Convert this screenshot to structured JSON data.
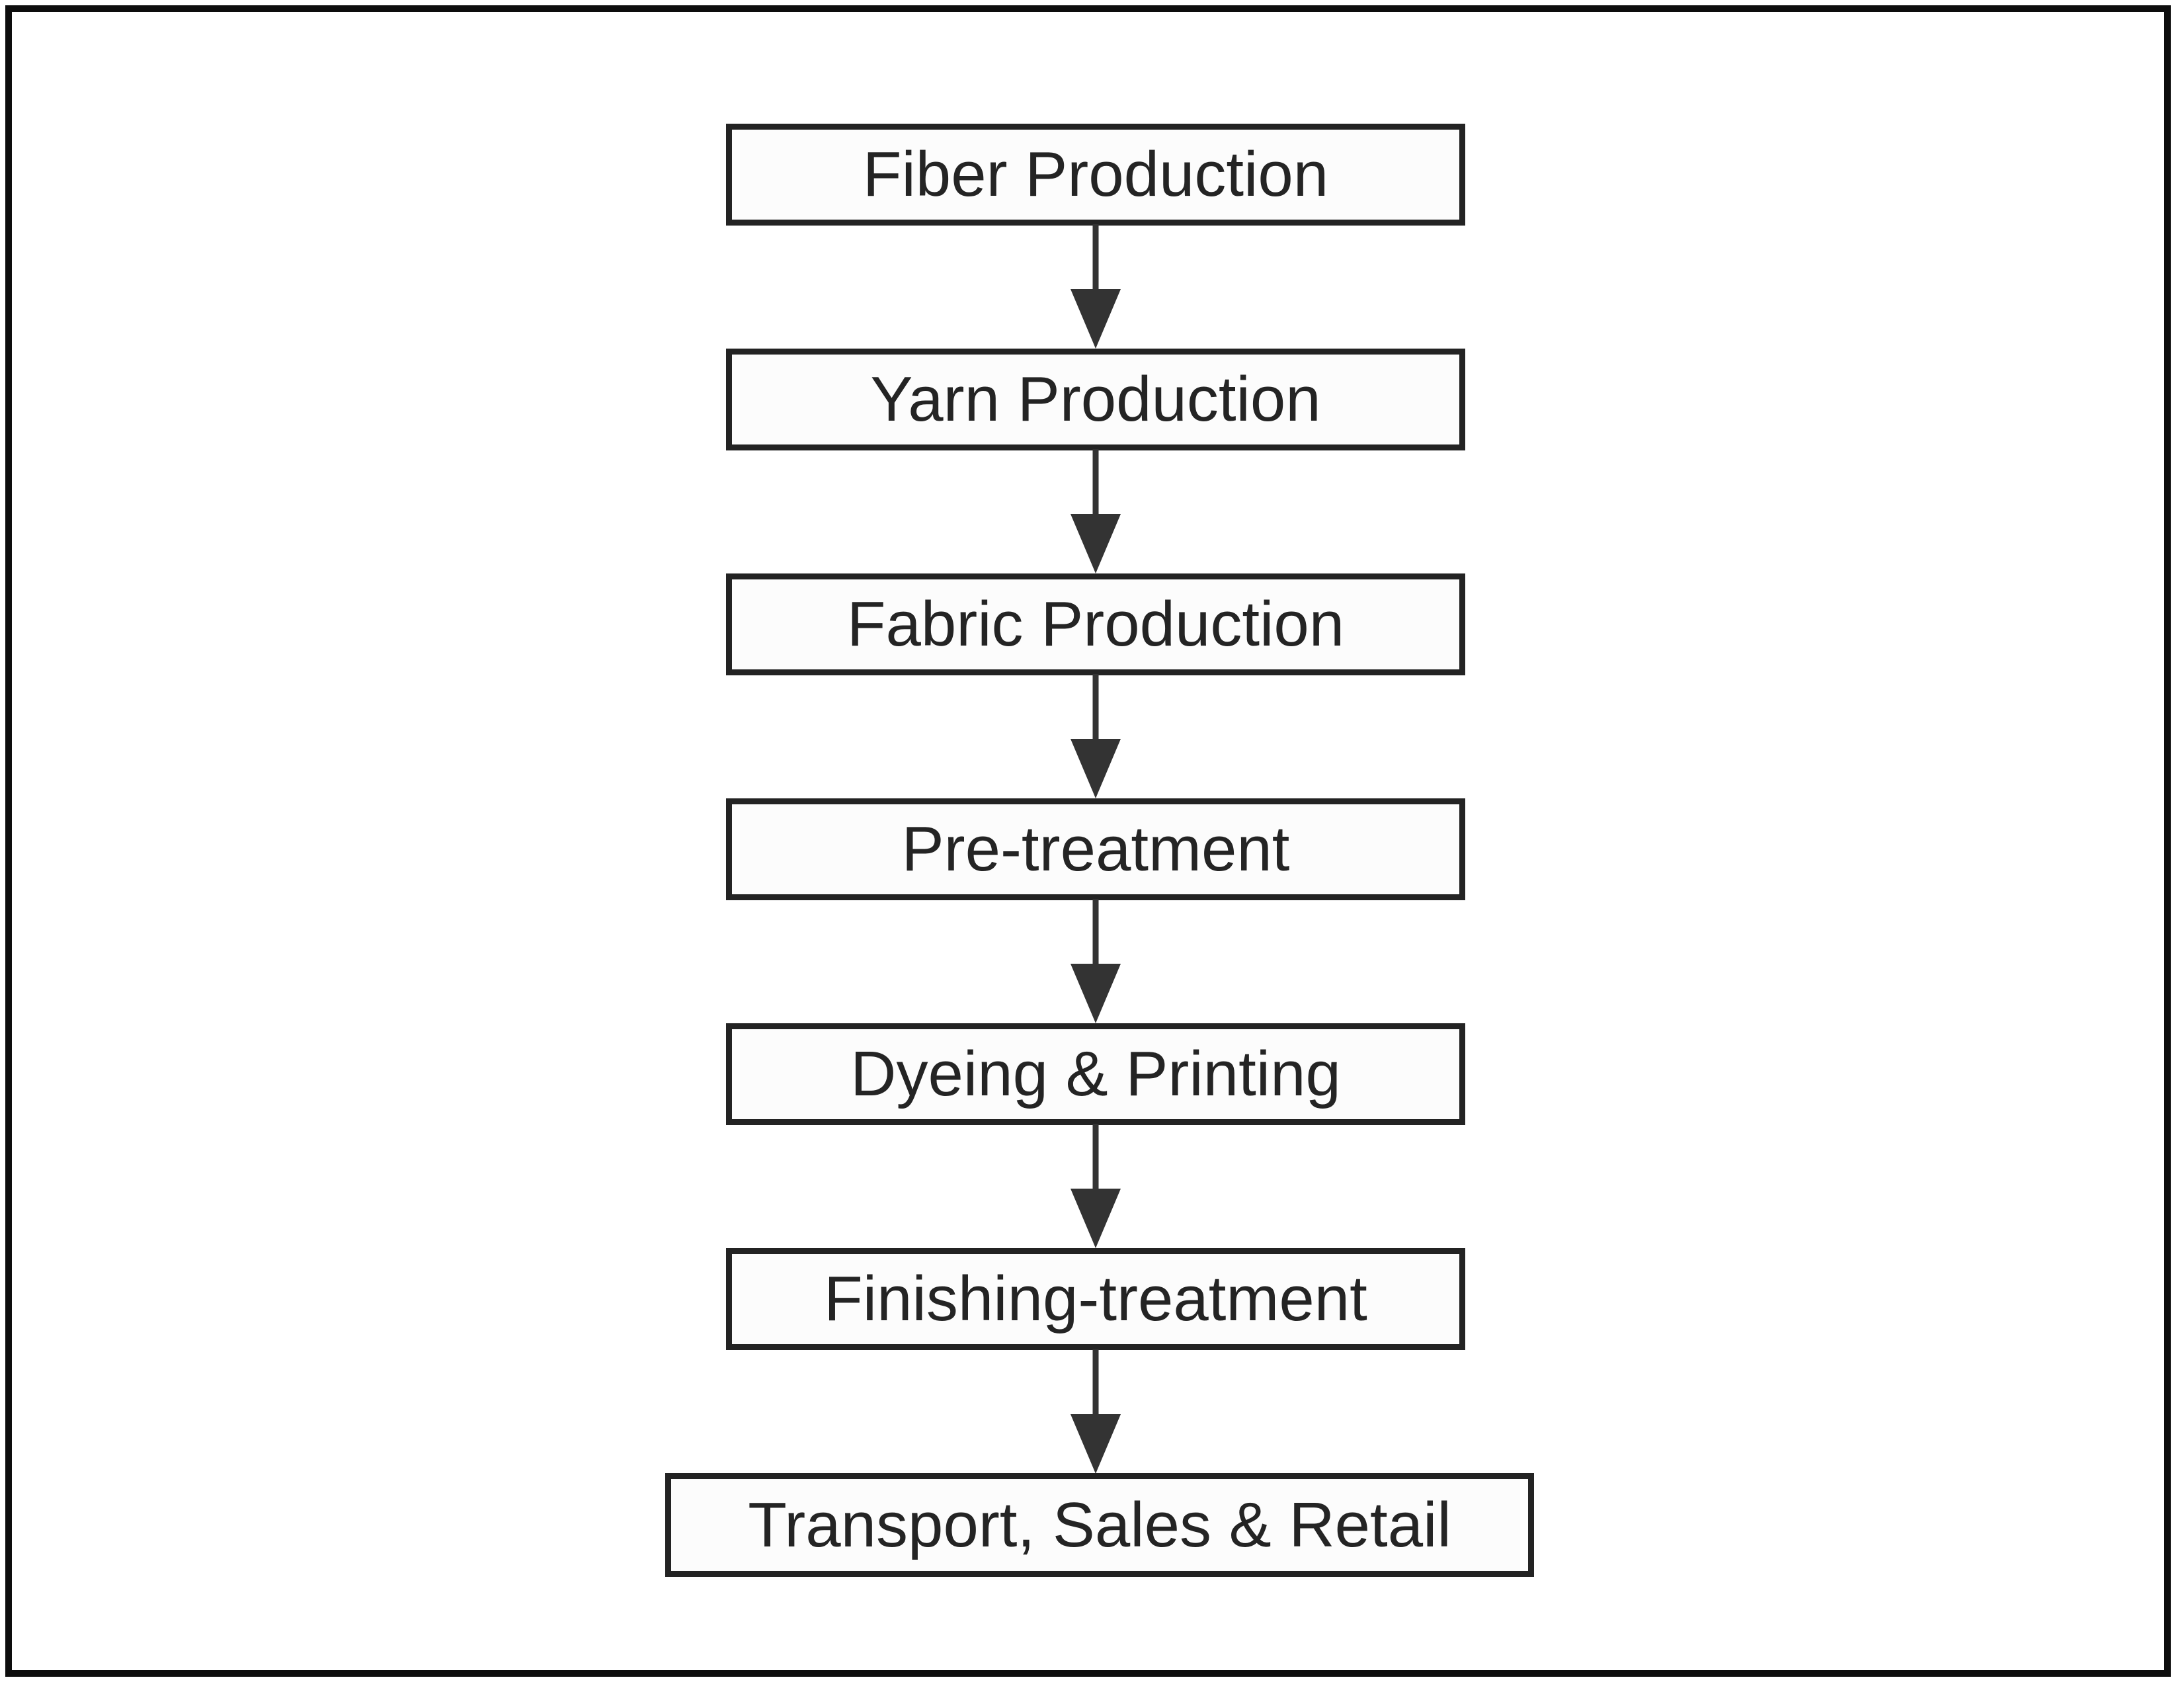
{
  "diagram": {
    "type": "flowchart",
    "direction": "top-down",
    "stages": [
      {
        "label": "Fiber Production"
      },
      {
        "label": "Yarn Production"
      },
      {
        "label": "Fabric Production"
      },
      {
        "label": "Pre-treatment"
      },
      {
        "label": "Dyeing & Printing"
      },
      {
        "label": "Finishing-treatment"
      },
      {
        "label": "Transport, Sales & Retail"
      }
    ]
  },
  "colors": {
    "background": "#ffffff",
    "frame_border": "#0d0d0d",
    "node_border": "#232323",
    "node_fill": "#fcfcfc",
    "text": "#242424",
    "arrow": "#333333"
  }
}
